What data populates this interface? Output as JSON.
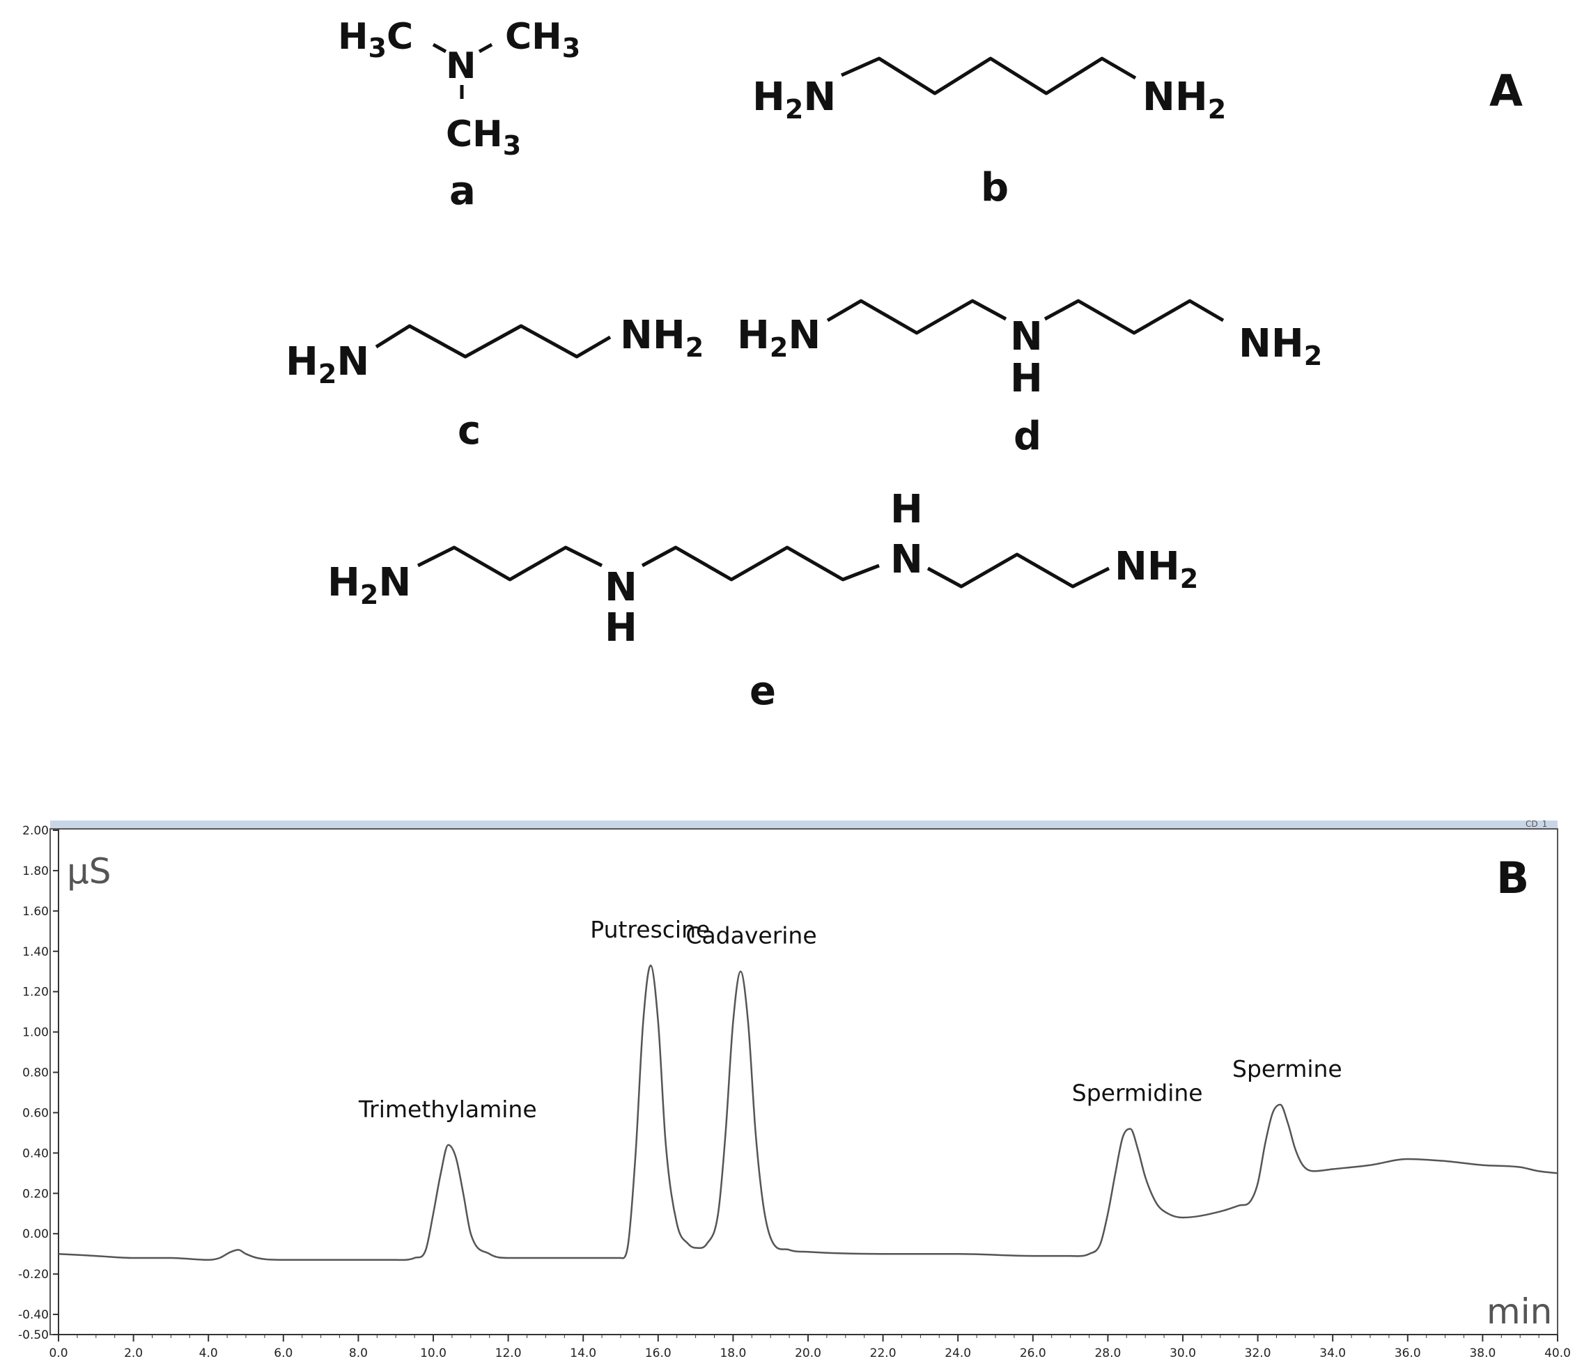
{
  "structures": {
    "a": {
      "label": "a",
      "atoms": [
        "H",
        "3",
        "C",
        "N",
        "CH",
        "3",
        "CH",
        "3"
      ]
    },
    "b": {
      "label": "b",
      "atoms": [
        "H",
        "2",
        "N",
        "NH",
        "2"
      ]
    },
    "c": {
      "label": "c",
      "atoms": [
        "H",
        "2",
        "N",
        "NH",
        "2"
      ]
    },
    "d": {
      "label": "d",
      "atoms": [
        "H",
        "2",
        "N",
        "N",
        "H",
        "NH",
        "2"
      ]
    },
    "e": {
      "label": "e",
      "atoms": [
        "H",
        "2",
        "N",
        "N",
        "H",
        "H",
        "N",
        "NH",
        "2"
      ]
    }
  },
  "panel_labels": {
    "A": "A",
    "B": "B"
  },
  "chart_data": {
    "type": "line",
    "title": "",
    "xlabel": "min",
    "ylabel": "µS",
    "trace_label": "CD_1",
    "xlim": [
      0,
      40
    ],
    "ylim": [
      -0.5,
      2.0
    ],
    "x_ticks": [
      "0.0",
      "2.0",
      "4.0",
      "6.0",
      "8.0",
      "10.0",
      "12.0",
      "14.0",
      "16.0",
      "18.0",
      "20.0",
      "22.0",
      "24.0",
      "26.0",
      "28.0",
      "30.0",
      "32.0",
      "34.0",
      "36.0",
      "38.0",
      "40.0"
    ],
    "y_ticks": [
      "2.00",
      "1.80",
      "1.60",
      "1.40",
      "1.20",
      "1.00",
      "0.80",
      "0.60",
      "0.40",
      "0.20",
      "0.00",
      "-0.20",
      "-0.40",
      "-0.50"
    ],
    "x": [
      0,
      1,
      2,
      3,
      4,
      4.3,
      4.6,
      4.8,
      5.0,
      5.3,
      6,
      7,
      8,
      9,
      9.5,
      9.8,
      10.0,
      10.2,
      10.4,
      10.6,
      10.8,
      11.0,
      11.5,
      12,
      13,
      14,
      15,
      15.2,
      15.4,
      15.6,
      15.8,
      16.0,
      16.2,
      16.5,
      16.8,
      17.0,
      17.3,
      17.6,
      17.8,
      18.0,
      18.2,
      18.4,
      18.6,
      18.8,
      19.0,
      19.5,
      20,
      22,
      24,
      26,
      27,
      27.5,
      27.8,
      28.0,
      28.2,
      28.4,
      28.6,
      28.8,
      29.0,
      29.3,
      29.6,
      30,
      31,
      31.5,
      31.8,
      32.0,
      32.2,
      32.4,
      32.6,
      32.8,
      33.0,
      33.2,
      33.5,
      34,
      35,
      36,
      37,
      38,
      39,
      39.5,
      40
    ],
    "y": [
      -0.1,
      -0.11,
      -0.12,
      -0.12,
      -0.13,
      -0.12,
      -0.09,
      -0.08,
      -0.1,
      -0.12,
      -0.13,
      -0.13,
      -0.13,
      -0.13,
      -0.12,
      -0.08,
      0.1,
      0.3,
      0.44,
      0.38,
      0.2,
      0.0,
      -0.1,
      -0.12,
      -0.12,
      -0.12,
      -0.12,
      -0.05,
      0.4,
      1.05,
      1.33,
      1.05,
      0.45,
      0.05,
      -0.05,
      -0.07,
      -0.05,
      0.1,
      0.5,
      1.05,
      1.3,
      1.05,
      0.5,
      0.15,
      -0.02,
      -0.08,
      -0.09,
      -0.1,
      -0.1,
      -0.11,
      -0.11,
      -0.1,
      -0.05,
      0.1,
      0.3,
      0.48,
      0.52,
      0.42,
      0.28,
      0.15,
      0.1,
      0.08,
      0.11,
      0.14,
      0.16,
      0.25,
      0.45,
      0.6,
      0.64,
      0.55,
      0.42,
      0.34,
      0.31,
      0.32,
      0.34,
      0.37,
      0.36,
      0.34,
      0.33,
      0.31,
      0.3
    ],
    "peaks": [
      {
        "name": "Trimethylamine",
        "x": 10.2,
        "y": 0.44
      },
      {
        "name": "Putrescine",
        "x": 15.6,
        "y": 1.33
      },
      {
        "name": "Cadaverine",
        "x": 18.3,
        "y": 1.3
      },
      {
        "name": "Spermidine",
        "x": 28.6,
        "y": 0.52
      },
      {
        "name": "Spermine",
        "x": 32.6,
        "y": 0.64
      }
    ],
    "grid": false,
    "colors": {
      "trace": "#555555",
      "frame_top": "#c9d6e8",
      "axes": "#333333"
    }
  }
}
